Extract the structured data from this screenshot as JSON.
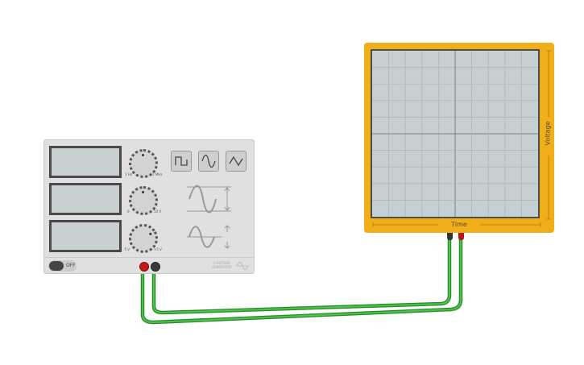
{
  "function_generator": {
    "brand": "FUNCTION GENERATOR",
    "power_label": "OFF",
    "frequency_knob": {
      "min_label": "1 Hz",
      "max_label": "1 MHz"
    },
    "amplitude_knob": {
      "min_label": "0",
      "max_label": "10 V"
    },
    "offset_knob": {
      "min_label": "-5 V",
      "max_label": "+5 V"
    },
    "waveforms": [
      "square",
      "sine",
      "triangle"
    ],
    "terminals": {
      "positive_color": "#c41a1a",
      "negative_color": "#3a3a3a"
    }
  },
  "oscilloscope": {
    "x_label": "Time",
    "y_label": "Voltage",
    "body_color": "#f0ae19",
    "grid_divisions": 10
  },
  "wire_color": "#3db33d"
}
